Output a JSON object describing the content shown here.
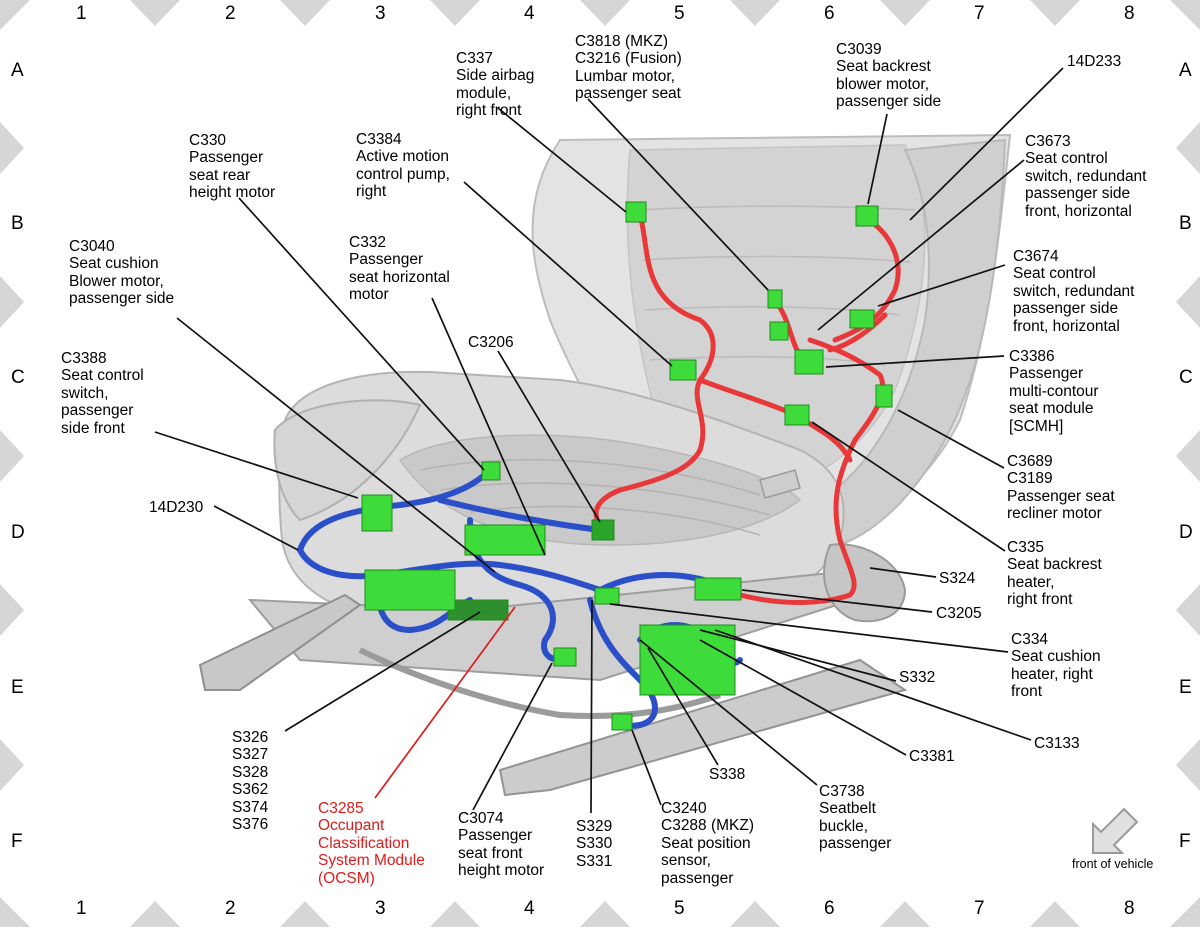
{
  "grid": {
    "columns": [
      "1",
      "2",
      "3",
      "4",
      "5",
      "6",
      "7",
      "8"
    ],
    "rows": [
      "A",
      "B",
      "C",
      "D",
      "E",
      "F"
    ]
  },
  "front_of_vehicle": "front of vehicle",
  "colors": {
    "harness_red": "#e8383a",
    "harness_blue": "#2b4fc9",
    "connector_green": "#3ddc3a",
    "ocsm_label": "#e11b1b",
    "seat_gray": "#d9d9d9",
    "border_diamond": "#d6d6d6"
  },
  "callouts": {
    "c337": "C337\nSide airbag\nmodule,\nright front",
    "c3818": "C3818 (MKZ)\nC3216 (Fusion)\nLumbar motor,\npassenger seat",
    "c3039": "C3039\nSeat backrest\nblower motor,\npassenger side",
    "d233": "14D233",
    "c330": "C330\nPassenger\nseat rear\nheight motor",
    "c3384": "C3384\nActive motion\ncontrol pump,\nright",
    "c3673": "C3673\nSeat control\nswitch, redundant\npassenger side\nfront, horizontal",
    "c3040": "C3040\nSeat cushion\nBlower motor,\npassenger side",
    "c332": "C332\nPassenger\nseat horizontal\nmotor",
    "c3674": "C3674\nSeat control\nswitch, redundant\npassenger side\nfront, horizontal",
    "c3388": "C3388\nSeat control\nswitch,\npassenger\nside front",
    "c3206": "C3206",
    "c3386": "C3386\nPassenger\nmulti-contour\nseat module\n[SCMH]",
    "c3689": "C3689\nC3189\nPassenger seat\nrecliner motor",
    "d230": "14D230",
    "c335": "C335\nSeat backrest\nheater,\nright front",
    "s324": "S324",
    "c3205": "C3205",
    "c334": "C334\nSeat cushion\nheater, right\nfront",
    "s332": "S332",
    "c3133": "C3133",
    "c3381": "C3381",
    "s326": "S326\nS327\nS328\nS362\nS374\nS376",
    "ocsm": "C3285\nOccupant\nClassification\nSystem Module\n(OCSM)",
    "c3074": "C3074\nPassenger\nseat front\nheight motor",
    "s329": "S329\nS330\nS331",
    "c3240": "C3240\nC3288 (MKZ)\nSeat position\nsensor,\npassenger",
    "s338": "S338",
    "c3738": "C3738\nSeatbelt\nbuckle,\npassenger"
  }
}
